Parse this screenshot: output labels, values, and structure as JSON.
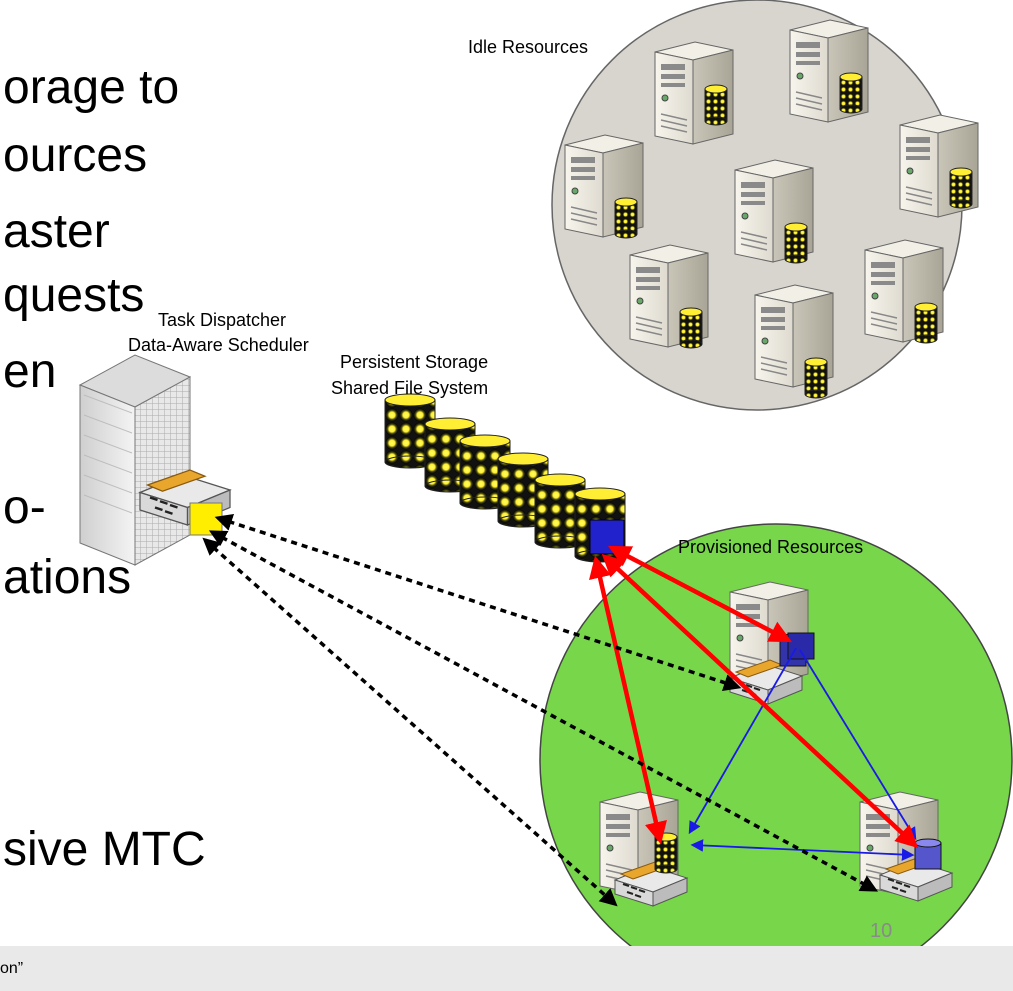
{
  "slide": {
    "bullets": [
      "orage to",
      "ources",
      "aster",
      "quests",
      "en",
      "o-",
      "ations",
      "sive MTC"
    ],
    "footer_text": "on”",
    "page_number": "10"
  },
  "diagram": {
    "idle_resources_label": "Idle Resources",
    "task_dispatcher_label": "Task Dispatcher",
    "scheduler_label": "Data-Aware Scheduler",
    "storage_label_line1": "Persistent Storage",
    "storage_label_line2": "Shared File System",
    "provisioned_label": "Provisioned Resources",
    "colors": {
      "idle_pool": "#d8d4ce",
      "provisioned_pool": "#77d64a",
      "data_transfer": "#ff0000",
      "task_dispatch": "#000000",
      "peer_link": "#1a1ae6",
      "cache_data": "#2222cc",
      "dispatcher_data": "#ffee00"
    }
  }
}
